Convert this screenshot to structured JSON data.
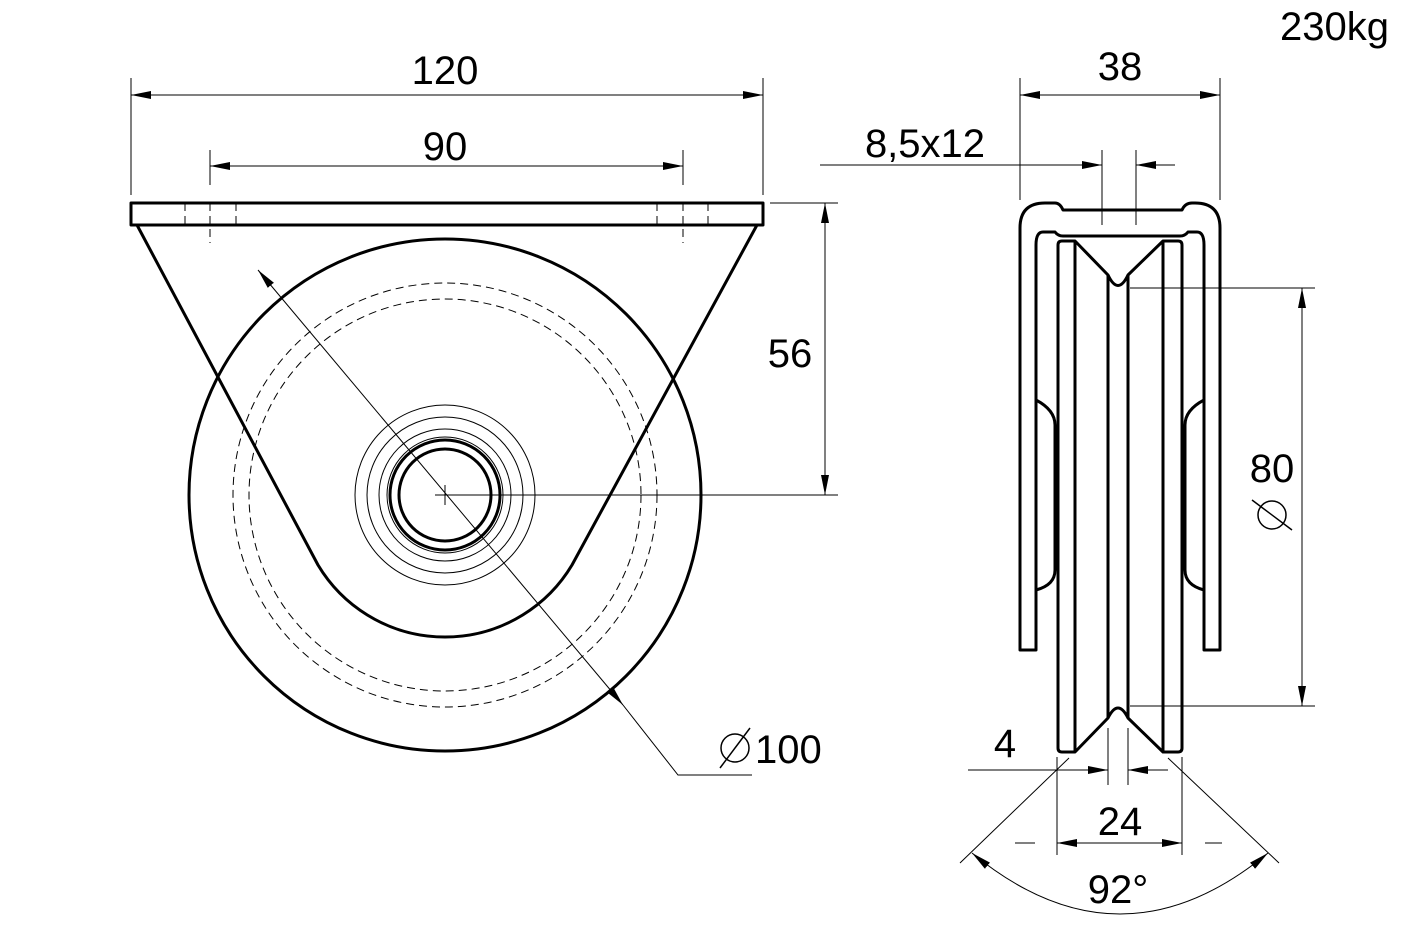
{
  "load_rating": "230kg",
  "front_view": {
    "overall_width": "120",
    "hole_spacing": "90",
    "axle_height": "56",
    "wheel_diameter": "100",
    "diameter_symbol": "⌀"
  },
  "side_view": {
    "bracket_width": "38",
    "slot_size": "8,5x12",
    "groove_diameter": "80",
    "diameter_symbol": "⌀",
    "groove_width": "4",
    "wheel_width": "24",
    "groove_angle": "92°"
  }
}
